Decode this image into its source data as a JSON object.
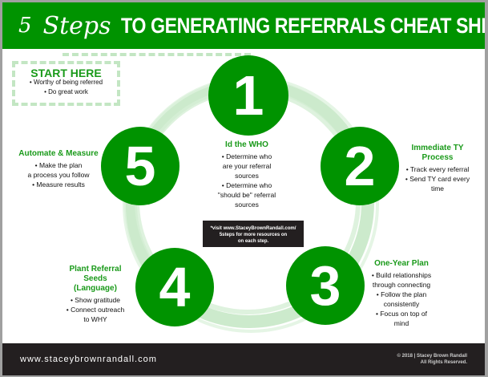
{
  "header": {
    "number": "5",
    "script_word": "Steps",
    "title": "TO GENERATING REFERRALS CHEAT SHEET"
  },
  "start_here": {
    "title": "START HERE",
    "items": [
      "• Worthy of being referred",
      "• Do great work"
    ]
  },
  "steps": [
    {
      "number": "1",
      "title": "Id the WHO",
      "lines": [
        "• Determine who",
        "are your referral",
        "sources",
        "• Determine who",
        "\"should be\" referral",
        "sources"
      ]
    },
    {
      "number": "2",
      "title": "Immediate TY",
      "title2": "Process",
      "lines": [
        "• Track every referral",
        "• Send TY card every",
        "time"
      ]
    },
    {
      "number": "3",
      "title": "One-Year Plan",
      "lines": [
        "• Build relationships",
        "through connecting",
        "• Follow the plan",
        "consistently",
        "• Focus on top of",
        "mind"
      ]
    },
    {
      "number": "4",
      "title": "Plant Referral",
      "title2": "Seeds",
      "title3": "(Language)",
      "lines": [
        "• Show gratitude",
        "• Connect outreach",
        "to WHY"
      ]
    },
    {
      "number": "5",
      "title": "Automate & Measure",
      "lines": [
        "• Make the plan",
        "a process you follow",
        "• Measure results"
      ]
    }
  ],
  "note": {
    "line1": "*visit www.StaceyBrownRandall.com/",
    "line2": "5steps  for more resources on",
    "line3": "on each step."
  },
  "footer": {
    "url": "www.staceybrownrandall.com",
    "copyright": "© 2018 | Stacey Brown Randall",
    "rights": "All Rights Reserved."
  },
  "colors": {
    "green": "#009300",
    "light_green": "#c3e6c3",
    "dark": "#231f20"
  }
}
